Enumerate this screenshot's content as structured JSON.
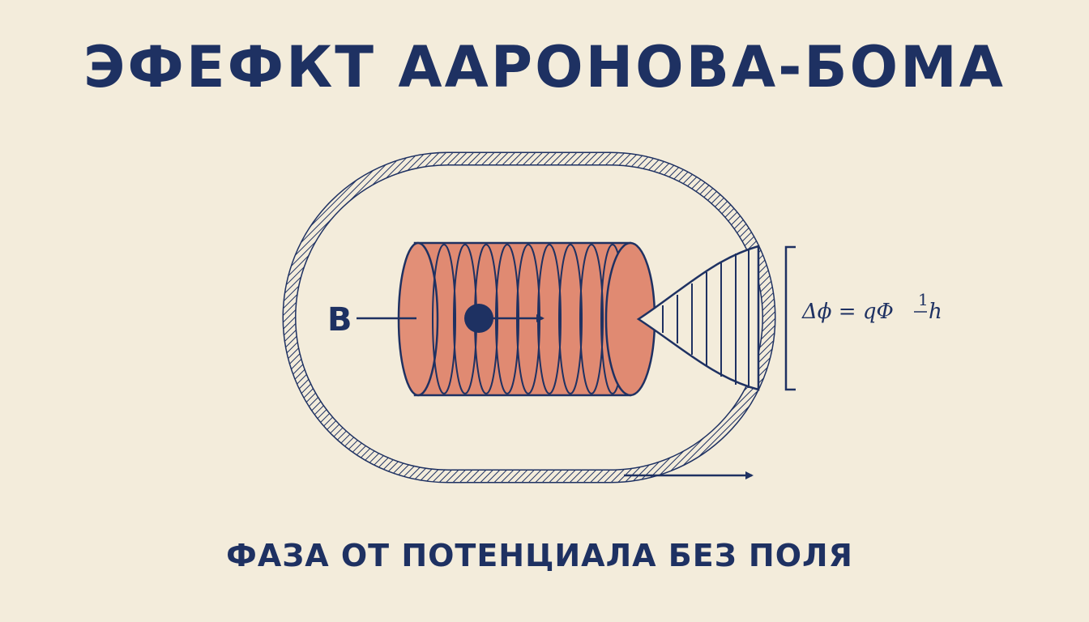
{
  "title": "ЭФЕФКТ ААРОНОВА-БОМА",
  "subtitle": "ФАЗА ОТ ПОТЕНЦИАЛА БЕЗ ПОЛЯ",
  "field_label": "B",
  "formula": {
    "main": "Δϕ = qΦ",
    "fraction_numerator": "1",
    "tail": "h"
  },
  "colors": {
    "background": "#f3ecdb",
    "ink": "#1e3162",
    "solenoid": "#e08a72"
  }
}
